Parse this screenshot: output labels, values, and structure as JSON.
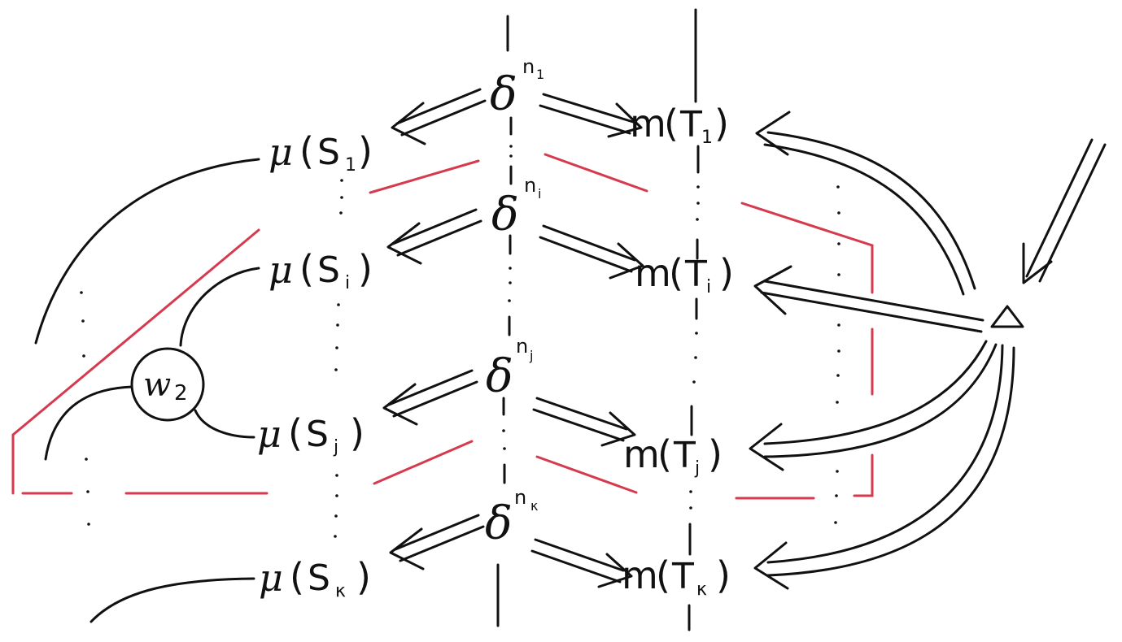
{
  "colors": {
    "ink": "#111111",
    "accent": "#d63a4e",
    "background": "#ffffff"
  },
  "deltas": [
    {
      "symbol": "δ",
      "exp": "n",
      "sub": "1"
    },
    {
      "symbol": "δ",
      "exp": "n",
      "sub": "i"
    },
    {
      "symbol": "δ",
      "exp": "n",
      "sub": "j"
    },
    {
      "symbol": "δ",
      "exp": "n",
      "sub": "κ"
    }
  ],
  "left_nodes": [
    {
      "mu": "μ",
      "open": "(",
      "s": "S",
      "sub": "1",
      "close": ")"
    },
    {
      "mu": "μ",
      "open": "(",
      "s": "S",
      "sub": "i",
      "close": ")"
    },
    {
      "mu": "μ",
      "open": "(",
      "s": "S",
      "sub": "j",
      "close": ")"
    },
    {
      "mu": "μ",
      "open": "(",
      "s": "S",
      "sub": "κ",
      "close": ")"
    }
  ],
  "right_nodes": [
    {
      "m": "m",
      "open": "(",
      "t": "T",
      "sub": "1",
      "close": ")"
    },
    {
      "m": "m",
      "open": "(",
      "t": "T",
      "sub": "i",
      "close": ")"
    },
    {
      "m": "m",
      "open": "(",
      "t": "T",
      "sub": "j",
      "close": ")"
    },
    {
      "m": "m",
      "open": "(",
      "t": "T",
      "sub": "κ",
      "close": ")"
    }
  ],
  "w2": {
    "letter": "w",
    "sub": "2"
  },
  "triangle_icon": "triangle-icon"
}
